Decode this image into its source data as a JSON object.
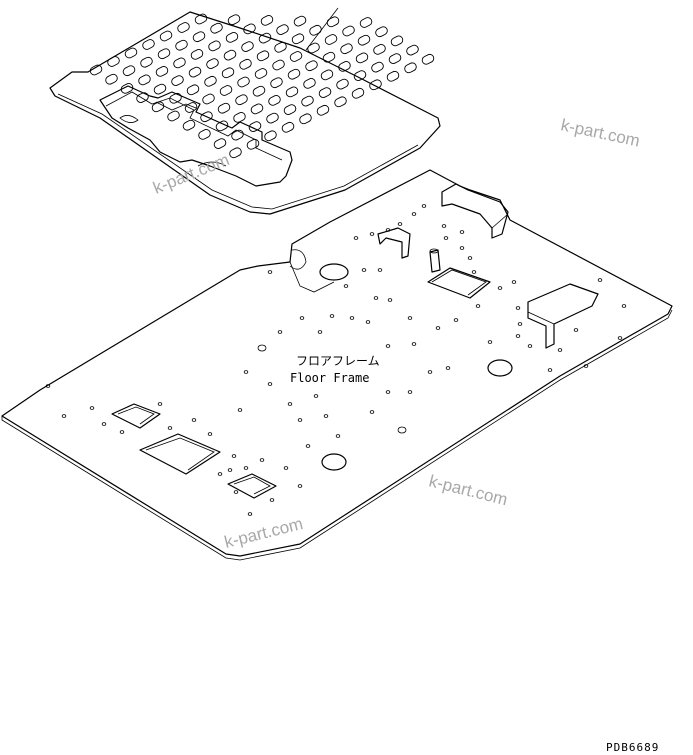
{
  "labels": {
    "jp": "フロアフレーム",
    "en": "Floor Frame"
  },
  "watermarks": [
    "k-part.com",
    "k-part.com",
    "k-part.com",
    "k-part.com"
  ],
  "drawing_code": "PDB6689"
}
